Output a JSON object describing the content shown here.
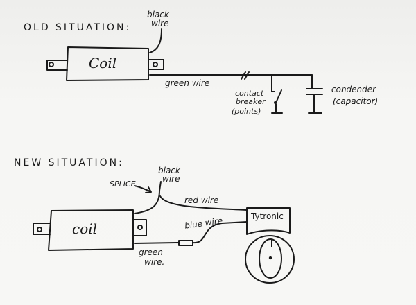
{
  "old": {
    "title": "OLD SITUATION:",
    "coil": "Coil",
    "black_wire": [
      "black",
      "wire"
    ],
    "green_wire": "green wire",
    "contact_breaker": [
      "contact",
      "breaker",
      "(points)"
    ],
    "condenser": [
      "condender",
      "(capacitor)"
    ]
  },
  "new": {
    "title": "NEW SITUATION:",
    "coil": "coil",
    "splice": "SPLICE",
    "black_wire": [
      "black",
      "wire"
    ],
    "red_wire": "red wire",
    "blue_wire": "blue wire",
    "green_wire": [
      "green",
      "wire."
    ],
    "module": "Tytronic"
  }
}
